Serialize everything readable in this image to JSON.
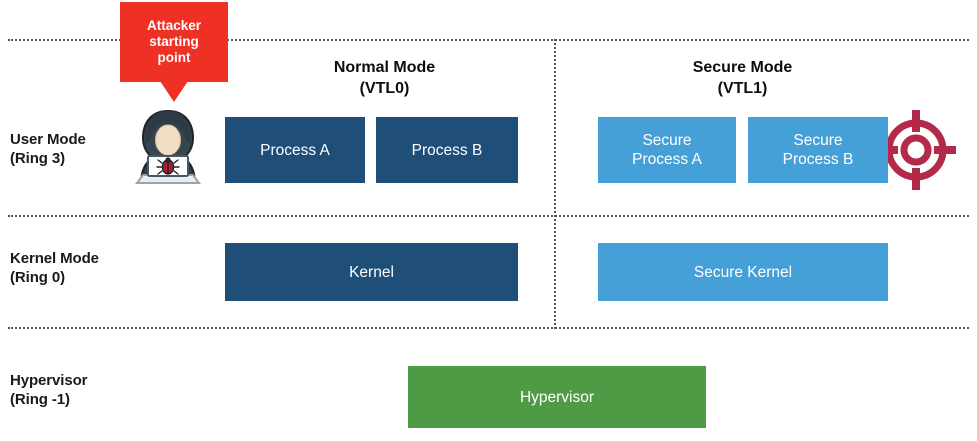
{
  "diagram": {
    "title": "Windows Virtualization Based Security ring/VTL layering diagram",
    "colors": {
      "normal_process": "#1F4E79",
      "secure_process": "#46A0D8",
      "hypervisor": "#4F9B45",
      "callout_red": "#EE3124",
      "crosshair_crimson": "#B2294A",
      "divider": "#55565A"
    },
    "callout": {
      "text": "Attacker\nstarting\npoint"
    },
    "columns": [
      {
        "id": "normal",
        "heading": "Normal Mode\n(VTL0)"
      },
      {
        "id": "secure",
        "heading": "Secure Mode\n(VTL1)"
      }
    ],
    "rows": [
      {
        "id": "user",
        "label": "User Mode\n(Ring 3)"
      },
      {
        "id": "kernel",
        "label": "Kernel Mode\n(Ring 0)"
      },
      {
        "id": "hypervisor",
        "label": "Hypervisor\n(Ring -1)"
      }
    ],
    "boxes": {
      "process_a": "Process A",
      "process_b": "Process B",
      "secure_process_a": "Secure\nProcess A",
      "secure_process_b": "Secure\nProcess B",
      "kernel": "Kernel",
      "secure_kernel": "Secure Kernel",
      "hypervisor": "Hypervisor"
    },
    "icons": {
      "hacker": "hacker-with-laptop-icon",
      "target": "crosshair-target-icon"
    }
  }
}
